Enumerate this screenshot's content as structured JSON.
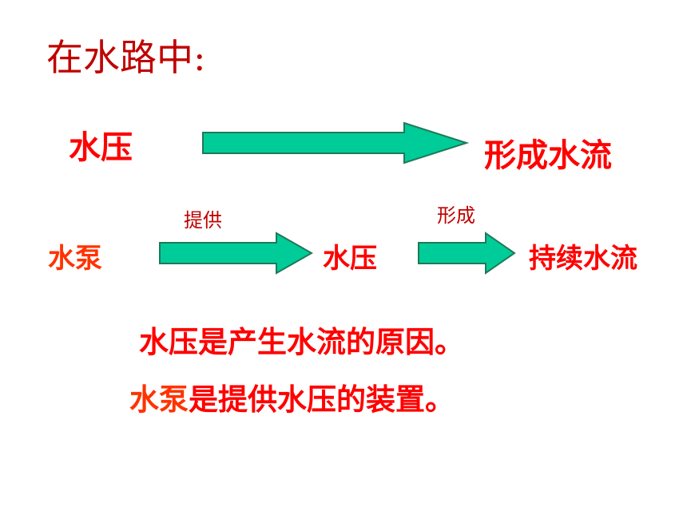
{
  "title": "在水路中:",
  "row1": {
    "left": "水压",
    "right": "形成水流"
  },
  "row2": {
    "left": "水泵",
    "arrow1_label": "提供",
    "middle": "水压",
    "arrow2_label": "形成",
    "right": "持续水流"
  },
  "conclusions": {
    "line1": "水压是产生水流的原因。",
    "line2_prefix": "水泵",
    "line2_rest": "是提供水压的装置。"
  },
  "colors": {
    "arrow_fill": "#00cc99",
    "arrow_stroke": "#1f7a55",
    "red": "#ff0000",
    "orange": "#ff3300",
    "dark_red": "#c00000"
  }
}
